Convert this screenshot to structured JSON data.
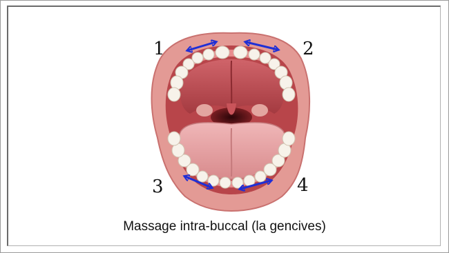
{
  "diagram": {
    "markers": [
      "1",
      "2",
      "3",
      "4"
    ],
    "caption": "Massage intra-buccal (la gencives)",
    "colors": {
      "arrow": "#1f2fd6",
      "lip": "#e39a95",
      "lip_shadow": "#c9716f",
      "palate": "#b8454a",
      "throat": "#5a1418",
      "tongue": "#e7a7a8",
      "teeth": "#f7f2ea",
      "gums": "#e98c8e"
    }
  }
}
